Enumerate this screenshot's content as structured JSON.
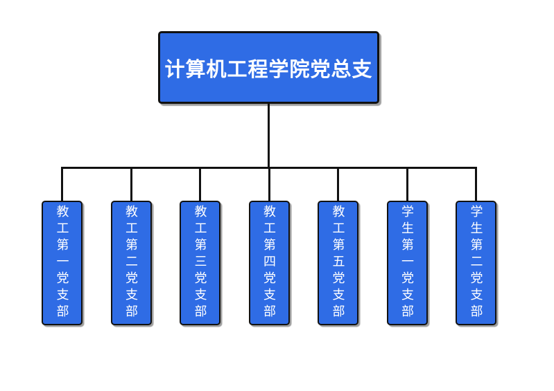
{
  "diagram": {
    "type": "org-chart",
    "root": {
      "label": "计算机工程学院党总支"
    },
    "children": [
      {
        "label": "教工第一党支部"
      },
      {
        "label": "教工第二党支部"
      },
      {
        "label": "教工第三党支部"
      },
      {
        "label": "教工第四党支部"
      },
      {
        "label": "教工第五党支部"
      },
      {
        "label": "学生第一党支部"
      },
      {
        "label": "学生第二党支部"
      }
    ],
    "colors": {
      "node_fill": "#2F6CE5",
      "node_border": "#111111",
      "node_text": "#FFFFFF",
      "connector": "#111111",
      "background": "#FFFFFF"
    }
  }
}
